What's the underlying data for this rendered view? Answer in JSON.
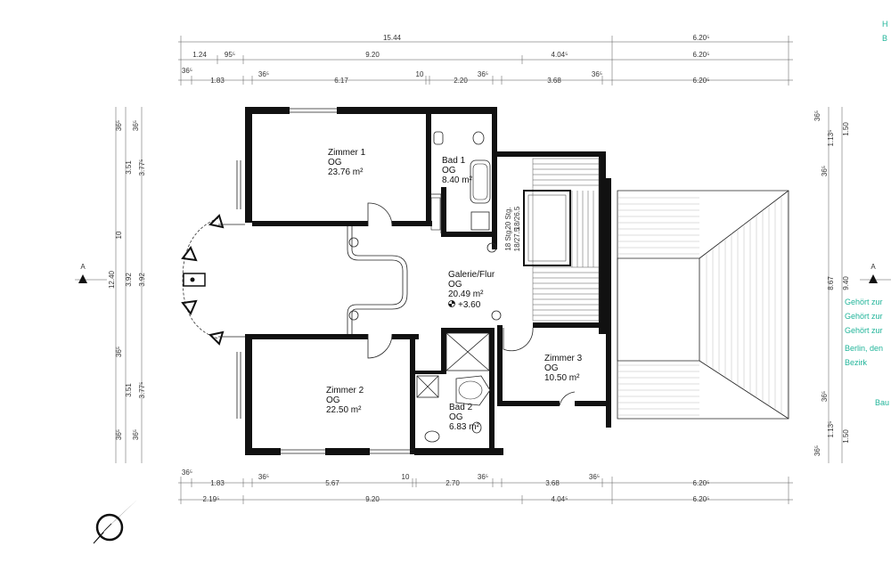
{
  "dimensions": {
    "top": {
      "row1": [
        "15.44",
        "6.20⁵"
      ],
      "row2": [
        "1.24",
        "95⁵",
        "9.20",
        "4.04⁵",
        "6.20⁵"
      ],
      "row3": [
        "36⁵",
        "1.83",
        "36⁵",
        "6.17",
        "10",
        "2.20",
        "36⁵",
        "3.68",
        "36⁵",
        "6.20⁵"
      ]
    },
    "bottom": {
      "row1": [
        "36⁵",
        "1.83",
        "36⁵",
        "5.67",
        "10",
        "2.70",
        "36⁵",
        "3.68",
        "36⁵",
        "6.20⁵"
      ],
      "row2": [
        "2.19⁵",
        "9.20",
        "4.04⁵",
        "6.20⁵"
      ]
    },
    "left": {
      "outer": [
        "36⁵",
        "3.51",
        "10",
        "36⁵",
        "3.51",
        "36⁵"
      ],
      "middle": [
        "12.40"
      ],
      "inner1": [
        "36⁵",
        "3.77⁵",
        "3.92",
        "3.77⁵",
        "36⁵"
      ],
      "inner2": [
        "3.92"
      ]
    },
    "right": {
      "col1": [
        "36⁵",
        "36⁵",
        "8.67",
        "36⁵",
        "36⁵"
      ],
      "col2": [
        "1.13⁵",
        "1.50",
        "9.40",
        "1.13⁵",
        "1.50"
      ]
    }
  },
  "rooms": [
    {
      "name": "Zimmer 1",
      "level": "OG",
      "area": "23.76 m²"
    },
    {
      "name": "Bad 1",
      "level": "OG",
      "area": "8.40 m²"
    },
    {
      "name": "Galerie/Flur",
      "level": "OG",
      "area": "20.49 m²",
      "elevation": "+3.60"
    },
    {
      "name": "Zimmer 2",
      "level": "OG",
      "area": "22.50 m²"
    },
    {
      "name": "Bad 2",
      "level": "OG",
      "area": "6.83 m²"
    },
    {
      "name": "Zimmer 3",
      "level": "OG",
      "area": "10.50 m²"
    }
  ],
  "stairs": {
    "upper": {
      "steps": "20 Stg.",
      "ratio": "18/26.5"
    },
    "lower": {
      "steps": "18 Stg.",
      "ratio": "18/27.5"
    }
  },
  "section_markers": {
    "left": "A",
    "right": "A"
  },
  "margin_notes": {
    "top": [
      "H",
      "B"
    ],
    "middle": [
      "Gehört zur",
      "Gehört zur",
      "Gehört zur",
      "Berlin, den",
      "Bezirk"
    ],
    "bottom": [
      "Bau"
    ]
  },
  "colors": {
    "wall": "#111111",
    "note": "#22b59a",
    "line": "#333333"
  }
}
